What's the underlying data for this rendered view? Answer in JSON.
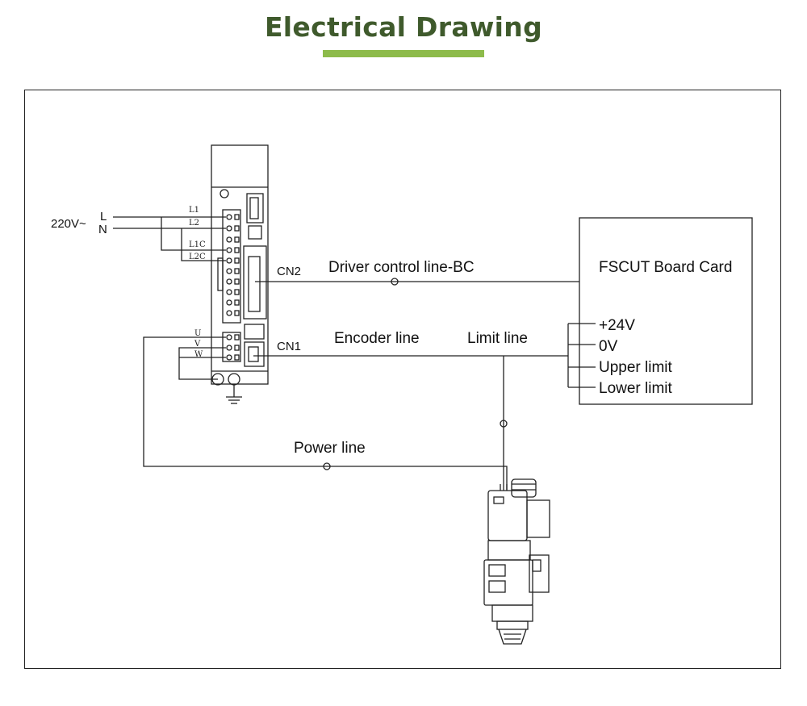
{
  "title": "Electrical Drawing",
  "colors": {
    "title": "#3f5a2c",
    "accent_bar": "#8dbb4b",
    "line": "#111111"
  },
  "power_input": {
    "voltage": "220V~",
    "live": "L",
    "neutral": "N"
  },
  "driver": {
    "terminals": {
      "l1": "L1",
      "l2": "L2",
      "l1c": "L1C",
      "l2c": "L2C",
      "u": "U",
      "v": "V",
      "w": "W"
    },
    "connectors": {
      "cn2": "CN2",
      "cn1": "CN1"
    }
  },
  "lines": {
    "control": "Driver control line-BC",
    "encoder": "Encoder line",
    "limit": "Limit line",
    "power": "Power line"
  },
  "board_card": {
    "name": "FSCUT Board Card",
    "pins": [
      "+24V",
      "0V",
      "Upper limit",
      "Lower limit"
    ]
  }
}
